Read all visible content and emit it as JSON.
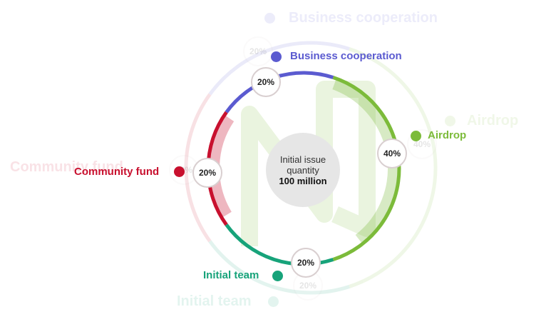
{
  "chart_data": {
    "type": "pie",
    "title": "Initial issue quantity 100 million",
    "center_text": {
      "line1": "Initial issue",
      "line2": "quantity",
      "line3": "100 million"
    },
    "unit": "%",
    "slices": [
      {
        "label": "Business cooperation",
        "value": 20,
        "value_label": "20%",
        "color": "#5b5bd0"
      },
      {
        "label": "Airdrop",
        "value": 40,
        "value_label": "40%",
        "color": "#7cbb3a"
      },
      {
        "label": "Initial team",
        "value": 20,
        "value_label": "20%",
        "color": "#17a37a"
      },
      {
        "label": "Community fund",
        "value": 20,
        "value_label": "20%",
        "color": "#c8102e"
      }
    ]
  }
}
